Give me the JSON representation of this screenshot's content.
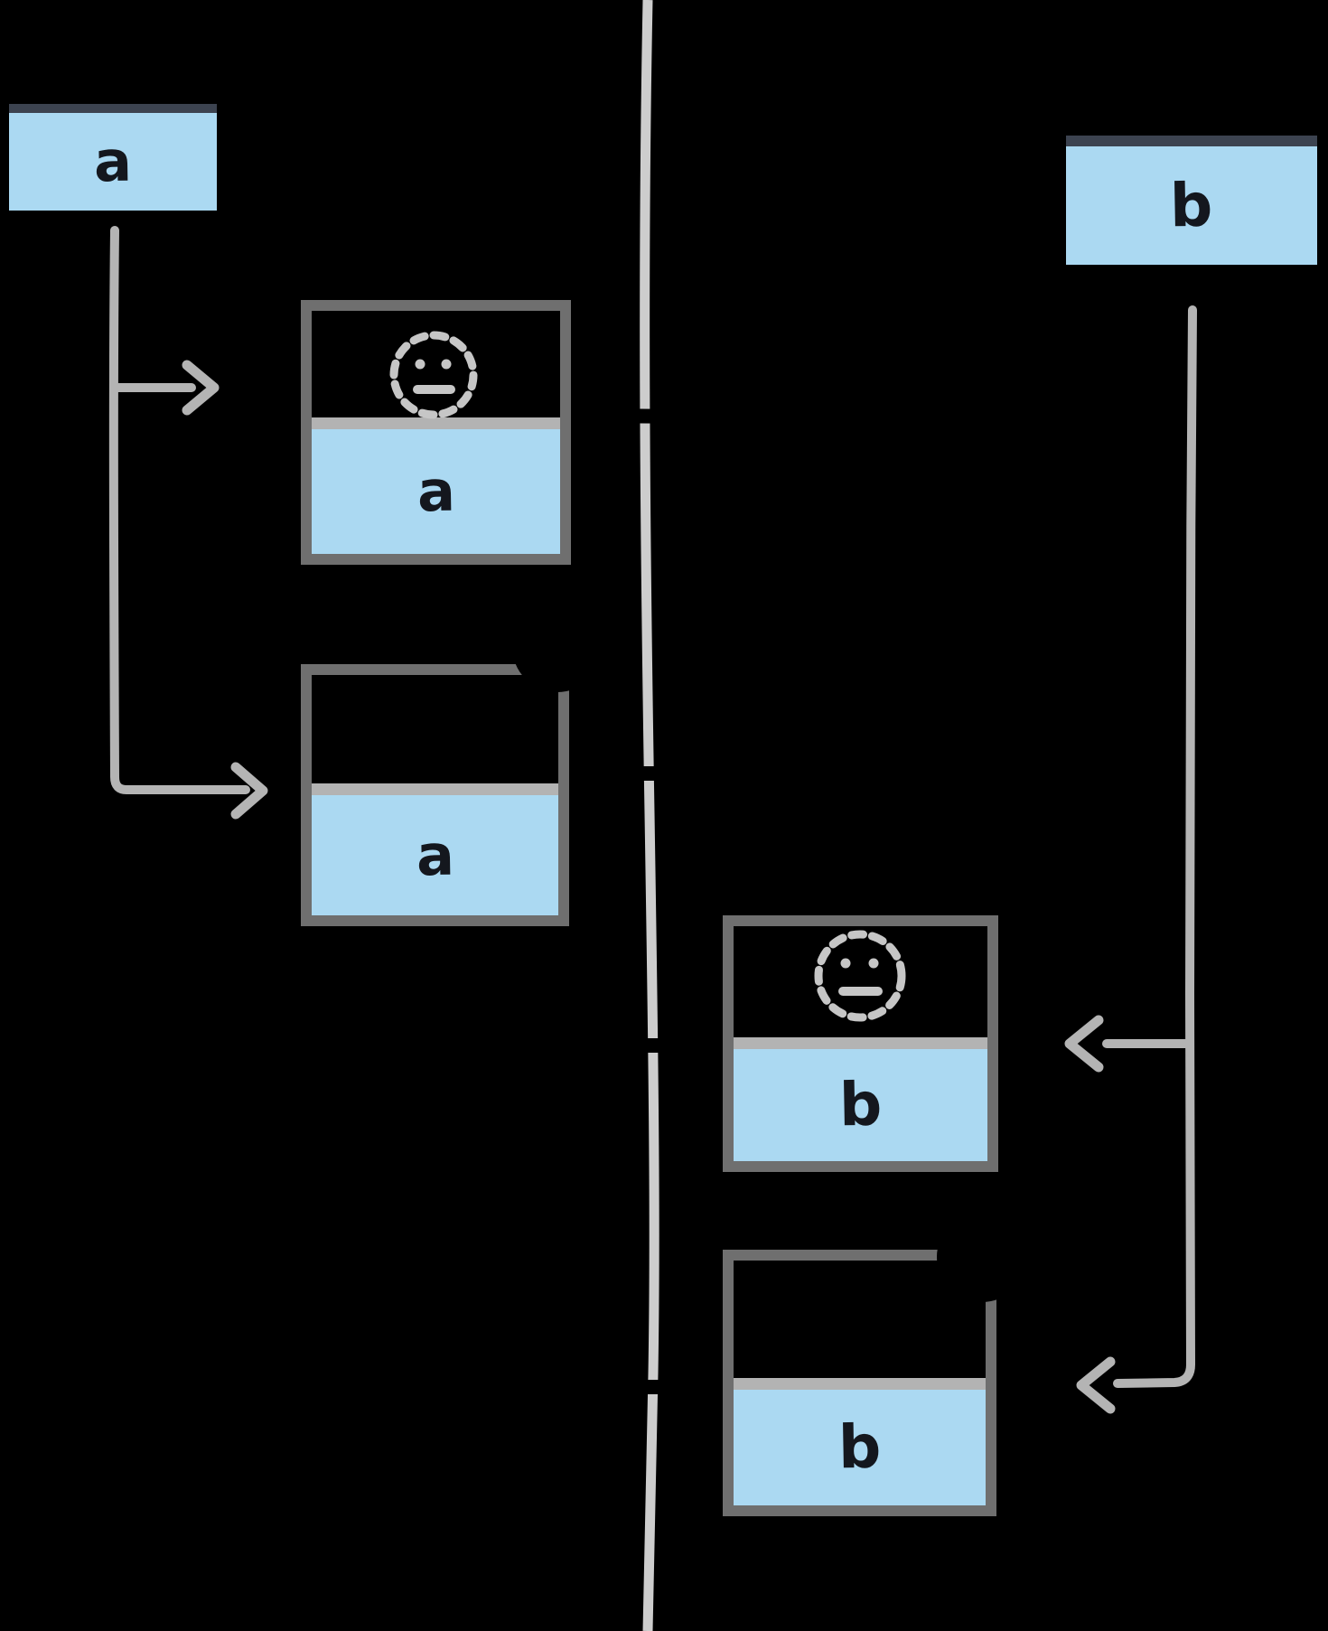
{
  "theme": {
    "background": "#000000",
    "tab_bar": "#3c4350",
    "page_fill": "#abd9f2",
    "box_border": "#6f6f6f",
    "divider": "#b3b3b3",
    "timeline": "#cdcdcd",
    "connector": "#b4b4b4",
    "icon_dashed": "#c6c6c6",
    "label_ink": "#14171e",
    "hidden_ink": "#000000"
  },
  "left": {
    "tab": {
      "label": "a",
      "hidden_title": ""
    },
    "children": [
      {
        "label": "a",
        "icon": "dashed-smiley-pending-icon"
      },
      {
        "label": "a",
        "icon": "hidden-black-icon",
        "badge": "hidden-black-badge-icon"
      }
    ]
  },
  "right": {
    "tab": {
      "label": "b",
      "hidden_title": ""
    },
    "children": [
      {
        "label": "b",
        "icon": "dashed-smiley-pending-icon"
      },
      {
        "label": "b",
        "icon": "hidden-black-icon",
        "badge": "hidden-black-badge-icon"
      }
    ]
  }
}
